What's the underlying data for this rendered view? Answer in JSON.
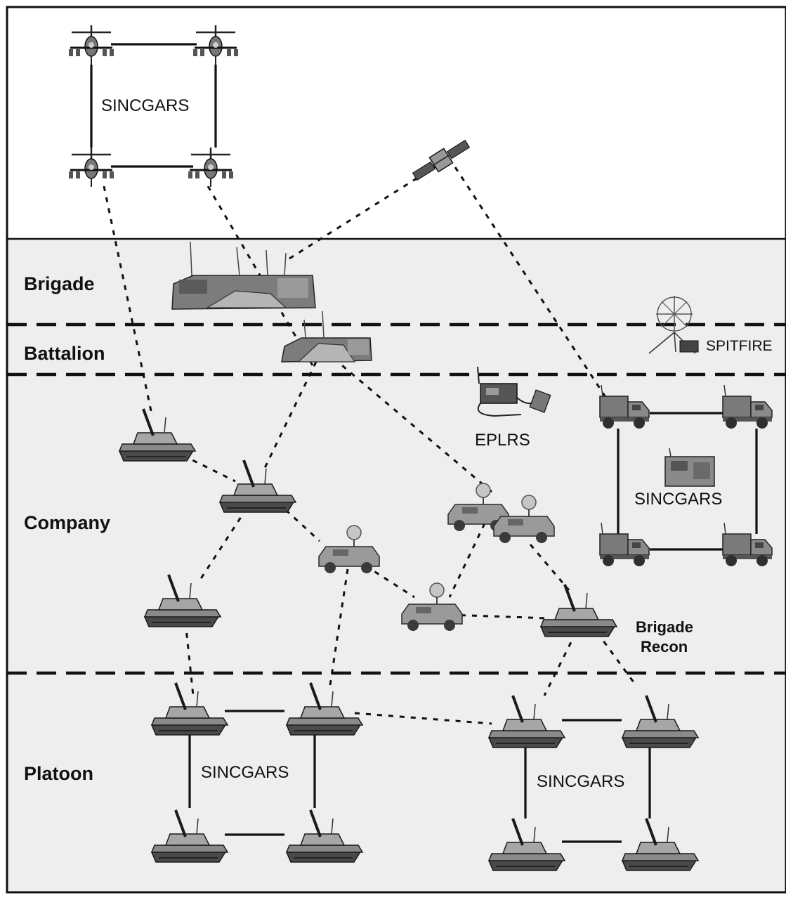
{
  "bands": {
    "brigade": "Brigade",
    "battalion": "Battalion",
    "company": "Company",
    "platoon": "Platoon"
  },
  "networks": {
    "air": "SINCGARS",
    "trucks": "SINCGARS",
    "platoon_left": "SINCGARS",
    "platoon_right": "SINCGARS"
  },
  "equipment": {
    "eplrs": "EPLRS",
    "spitfire": "SPITFIRE",
    "recon_line1": "Brigade",
    "recon_line2": "Recon"
  },
  "colors": {
    "background": "#ffffff",
    "ground_fill": "#eeeeee",
    "line": "#111111",
    "vehicle_dark": "#4a4a4a",
    "vehicle_mid": "#8a8a8a",
    "vehicle_light": "#c6c6c6"
  },
  "icons": {
    "helicopter": "attack-helicopter-icon",
    "satellite": "satellite-icon",
    "command_post": "command-post-tent-icon",
    "tank": "tank-icon",
    "humvee": "humvee-dish-icon",
    "truck": "truck-icon",
    "radio": "eplrs-radio-icon",
    "antenna": "spitfire-antenna-icon"
  }
}
